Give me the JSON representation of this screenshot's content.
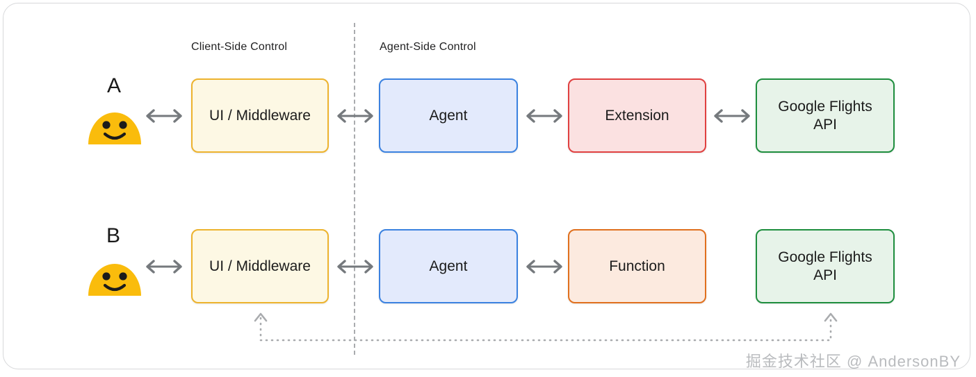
{
  "diagram": {
    "title_captions": {
      "client_side": "Client-Side Control",
      "agent_side": "Agent-Side Control"
    },
    "rows": [
      {
        "letter": "A",
        "avatar_name": "user-avatar-a",
        "nodes": [
          {
            "label": "UI / Middleware",
            "color_fill": "#FDF8E4",
            "color_border": "#EDB32E"
          },
          {
            "label": "Agent",
            "color_fill": "#E3EAFC",
            "color_border": "#3B82E0"
          },
          {
            "label": "Extension",
            "color_fill": "#FBE1E1",
            "color_border": "#E04141"
          },
          {
            "label": "Google Flights\nAPI",
            "color_fill": "#E7F3E9",
            "color_border": "#1E8E3E"
          }
        ]
      },
      {
        "letter": "B",
        "avatar_name": "user-avatar-b",
        "nodes": [
          {
            "label": "UI / Middleware",
            "color_fill": "#FDF8E4",
            "color_border": "#EDB32E"
          },
          {
            "label": "Agent",
            "color_fill": "#E3EAFC",
            "color_border": "#3B82E0"
          },
          {
            "label": "Function",
            "color_fill": "#FCEADF",
            "color_border": "#E0701E"
          },
          {
            "label": "Google Flights\nAPI",
            "color_fill": "#E7F3E9",
            "color_border": "#1E8E3E"
          }
        ]
      }
    ],
    "arrow_color": "#75797d",
    "divider_color": "#a9abae",
    "feedback_color": "#a9abae",
    "avatar_color": "#FABC0C",
    "avatar_face_color": "#1b1b1b"
  },
  "watermark": {
    "text": "掘金技术社区 @ AndersonBY"
  }
}
